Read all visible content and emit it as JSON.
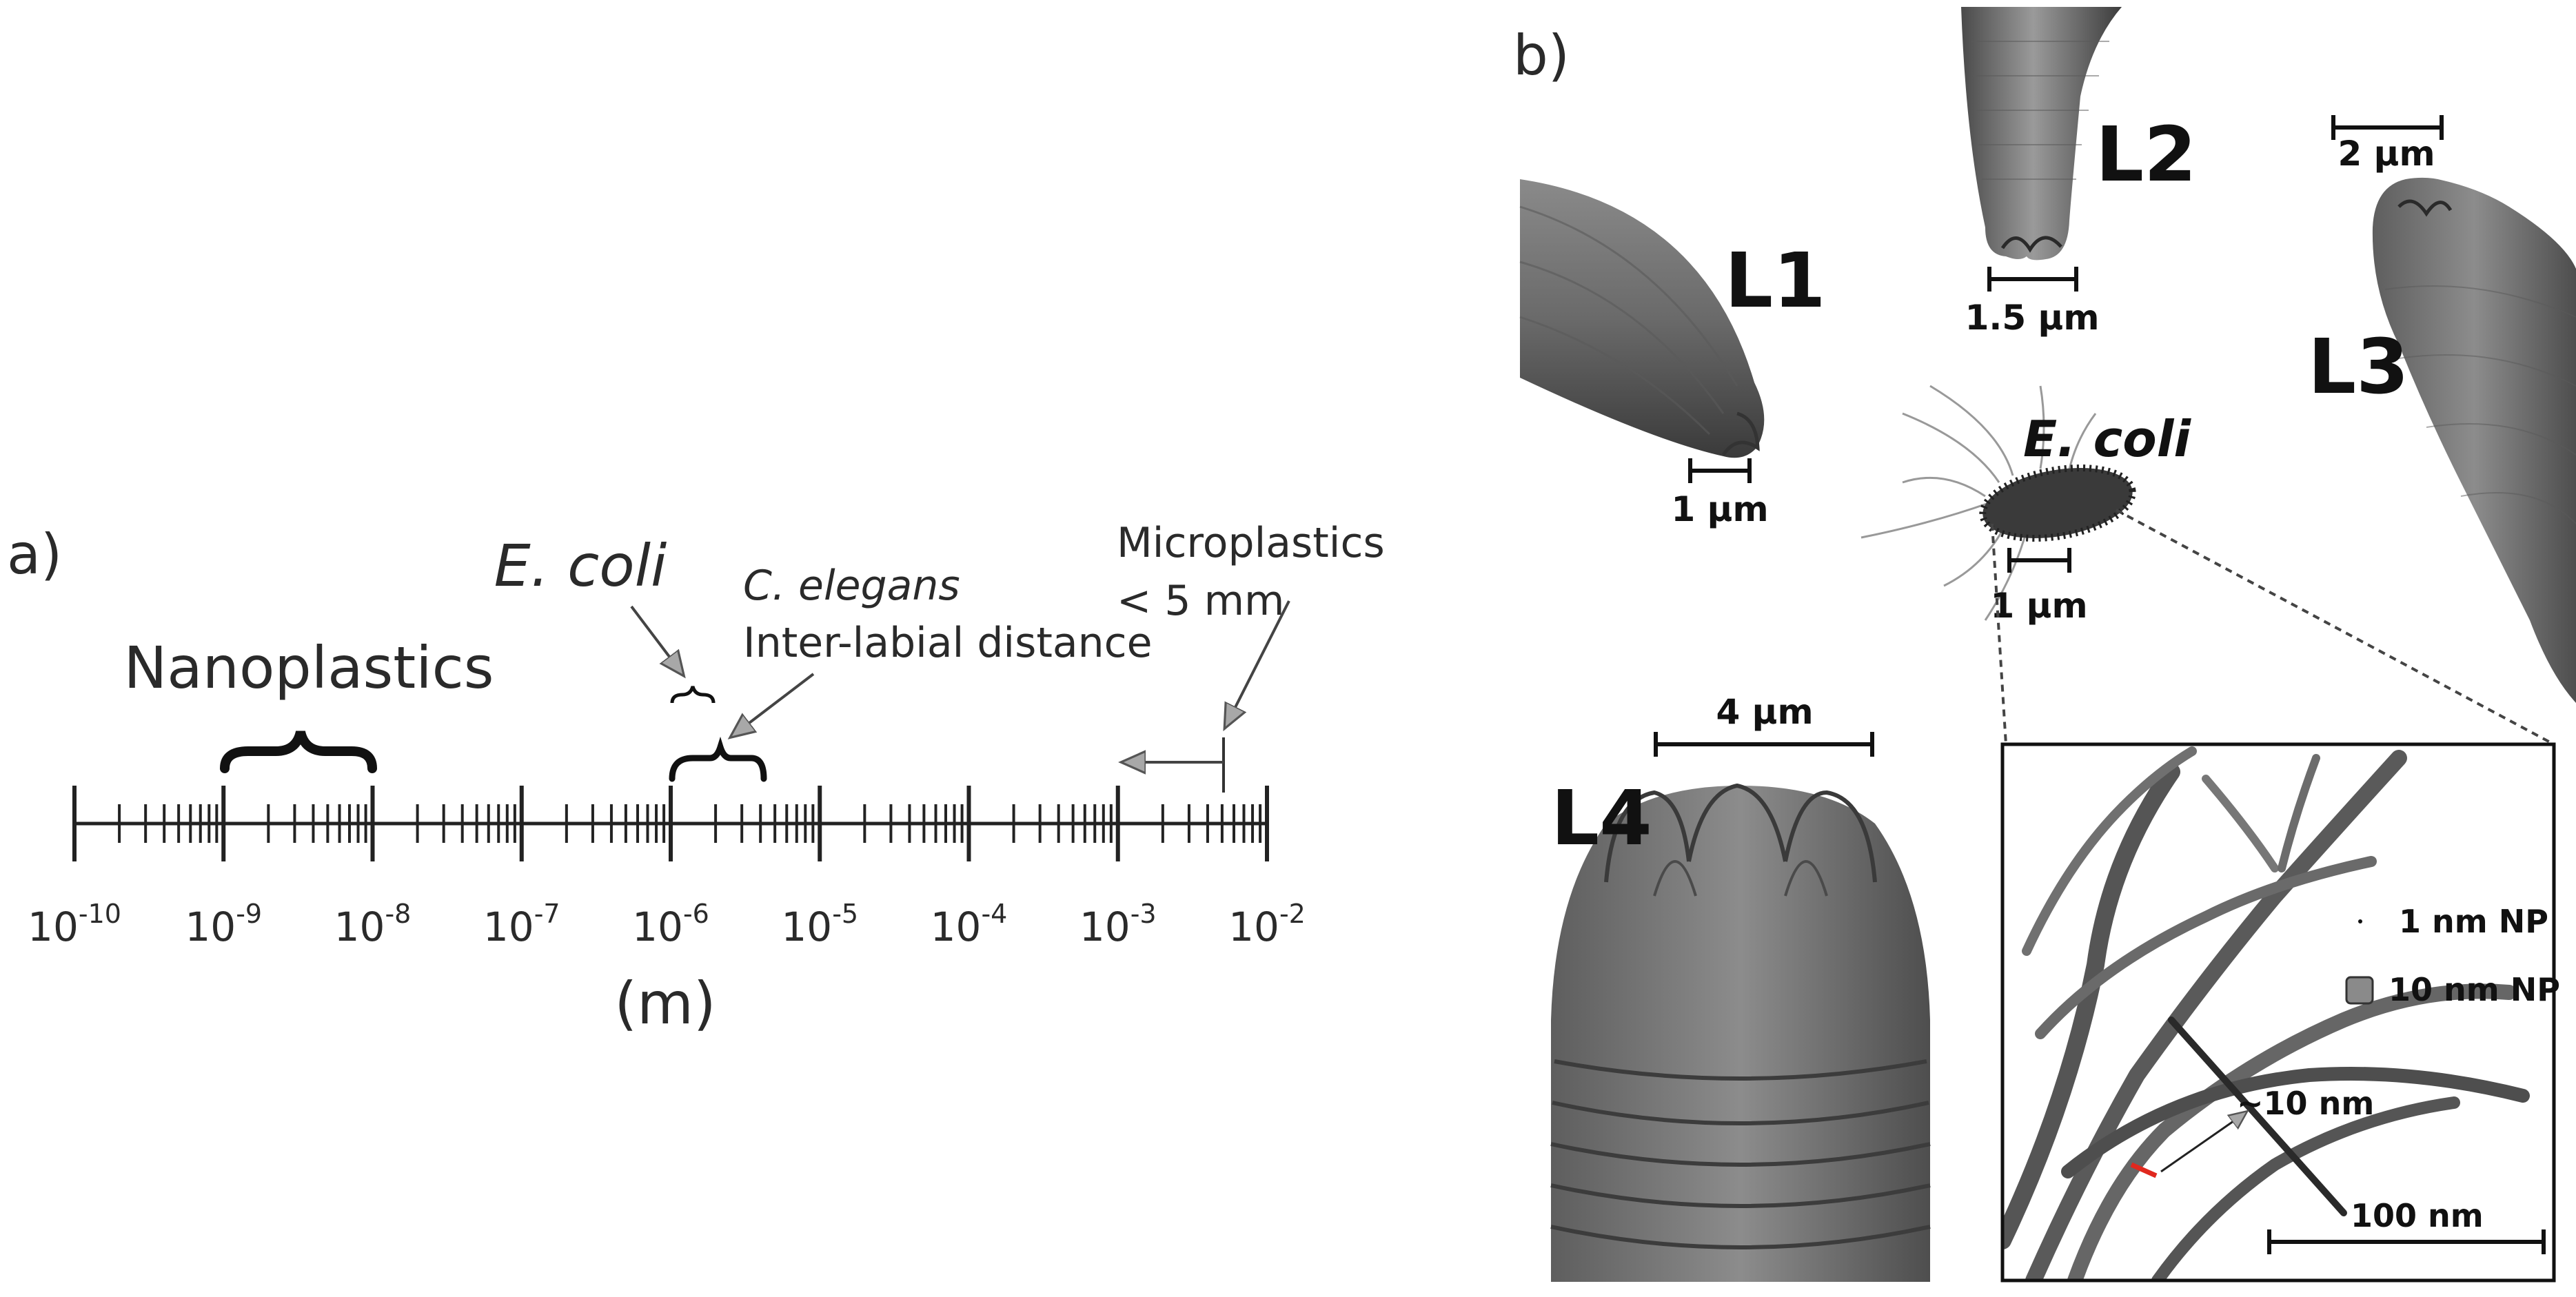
{
  "panel_a": {
    "panel_label": "a)",
    "tick_exponents": [
      "-10",
      "-9",
      "-8",
      "-7",
      "-6",
      "-5",
      "-4",
      "-3",
      "-2"
    ],
    "tick_base": "10",
    "unit_label": "(m)",
    "nanoplastics_label": "Nanoplastics",
    "ecoli_label": "E. coli",
    "celegans_line1": "C. elegans",
    "celegans_line2": "Inter-labial distance",
    "microplastics_line1": "Microplastics",
    "microplastics_line2": "< 5 mm"
  },
  "panel_b": {
    "panel_label": "b)",
    "larvae": [
      {
        "id": "L1",
        "scale": "1 µm"
      },
      {
        "id": "L2",
        "scale": "1.5 µm"
      },
      {
        "id": "L3",
        "scale": "2 µm"
      },
      {
        "id": "L4",
        "scale": "4 µm"
      }
    ],
    "ecoli_label": "E. coli",
    "ecoli_scale": "1 µm",
    "inset": {
      "legend_np1": "1 nm NP",
      "legend_np10": "10 nm NP",
      "callout": "~10 nm",
      "scale": "100 nm"
    }
  }
}
